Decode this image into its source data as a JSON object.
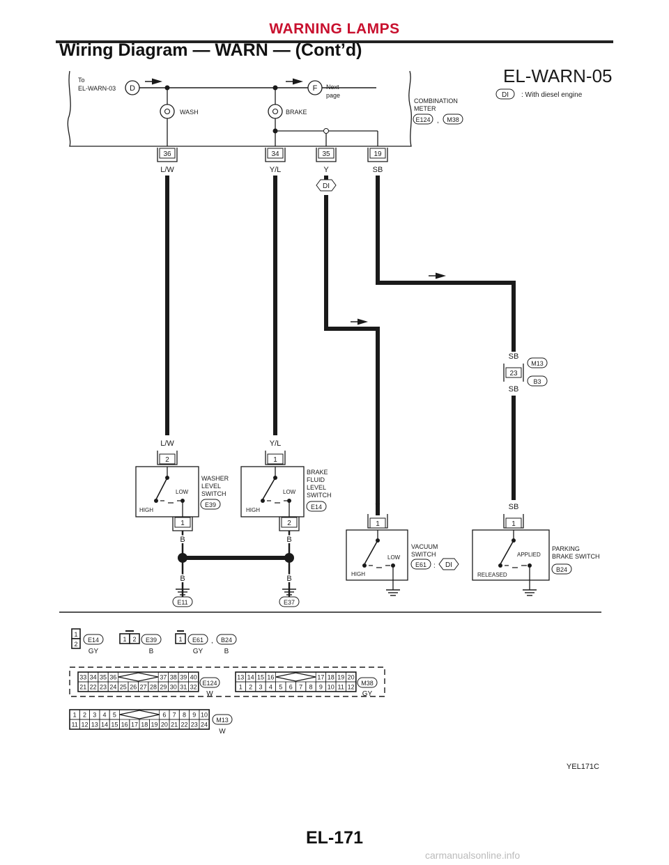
{
  "header": {
    "section_title": "WARNING LAMPS",
    "subtitle": "Wiring Diagram — WARN — (Cont’d)"
  },
  "diagram": {
    "code": "EL-WARN-05",
    "figure_id": "YEL171C",
    "page_number": "EL-171",
    "legend": {
      "tag": "DI",
      "text": ": With diesel engine"
    },
    "top_left": {
      "to_line1": "To",
      "to_line2": "EL-WARN-03",
      "circle_d": "D"
    },
    "top_right": {
      "circle_f": "F",
      "next_line1": "Next",
      "next_line2": "page"
    },
    "meter": {
      "label_line1": "COMBINATION",
      "label_line2": "METER",
      "conn1": "E124",
      "sep": ",",
      "conn2": "M38",
      "lamp_wash": "WASH",
      "lamp_brake": "BRAKE"
    },
    "terminals": [
      {
        "pin": "36",
        "wire": "L/W"
      },
      {
        "pin": "34",
        "wire": "Y/L"
      },
      {
        "pin": "35",
        "wire": "Y"
      },
      {
        "pin": "19",
        "wire": "SB"
      }
    ],
    "di_tag": "DI",
    "mid_connector": {
      "wire_top": "SB",
      "pin": "23",
      "wire_bottom": "SB",
      "conn_top": "M13",
      "conn_bottom": "B3"
    },
    "switches": {
      "washer": {
        "wire": "L/W",
        "pin_top": "2",
        "pin_bottom": "1",
        "label_line1": "WASHER",
        "label_line2": "LEVEL",
        "label_line3": "SWITCH",
        "conn": "E39",
        "low": "LOW",
        "high": "HIGH",
        "ground_wire1": "B",
        "ground_wire2": "B",
        "ground_conn": "E11"
      },
      "brake_fluid": {
        "wire": "Y/L",
        "pin_top": "1",
        "pin_bottom": "2",
        "label_line1": "BRAKE",
        "label_line2": "FLUID",
        "label_line3": "LEVEL",
        "label_line4": "SWITCH",
        "conn": "E14",
        "low": "LOW",
        "high": "HIGH",
        "ground_wire1": "B",
        "ground_wire2": "B",
        "ground_conn": "E37"
      },
      "vacuum": {
        "wire": "Y",
        "pin": "1",
        "label_line1": "VACUUM",
        "label_line2": "SWITCH",
        "conn": "E61",
        "colon": ":",
        "tag": "DI",
        "low": "LOW",
        "high": "HIGH"
      },
      "parking": {
        "wire": "SB",
        "pin": "1",
        "label_line1": "PARKING",
        "label_line2": "BRAKE SWITCH",
        "conn": "B24",
        "applied": "APPLIED",
        "released": "RELEASED"
      }
    },
    "connector_views": {
      "e14": {
        "pins": [
          "1",
          "2"
        ],
        "conn": "E14",
        "color": "GY"
      },
      "e39": {
        "pins": [
          "1",
          "2"
        ],
        "conn": "E39",
        "color": "B"
      },
      "e61_b24": {
        "pin": "1",
        "conn1": "E61",
        "sep": ",",
        "conn2": "B24",
        "color1": "GY",
        "color2": "B"
      },
      "e124": {
        "row1": [
          "33",
          "34",
          "35",
          "36",
          "",
          "37",
          "38",
          "39",
          "40"
        ],
        "row2": [
          "21",
          "22",
          "23",
          "24",
          "25",
          "26",
          "27",
          "28",
          "29",
          "30",
          "31",
          "32"
        ],
        "conn": "E124",
        "color": "W"
      },
      "m38": {
        "row1": [
          "13",
          "14",
          "15",
          "16",
          "",
          "17",
          "18",
          "19",
          "20"
        ],
        "row2": [
          "1",
          "2",
          "3",
          "4",
          "5",
          "6",
          "7",
          "8",
          "9",
          "10",
          "11",
          "12"
        ],
        "conn": "M38",
        "color": "GY"
      },
      "m13": {
        "row1": [
          "1",
          "2",
          "3",
          "4",
          "5",
          "",
          "6",
          "7",
          "8",
          "9",
          "10"
        ],
        "row2": [
          "11",
          "12",
          "13",
          "14",
          "15",
          "16",
          "17",
          "18",
          "19",
          "20",
          "21",
          "22",
          "23",
          "24"
        ],
        "conn": "M13",
        "color": "W"
      }
    }
  },
  "watermark": "carmanualsonline.info"
}
